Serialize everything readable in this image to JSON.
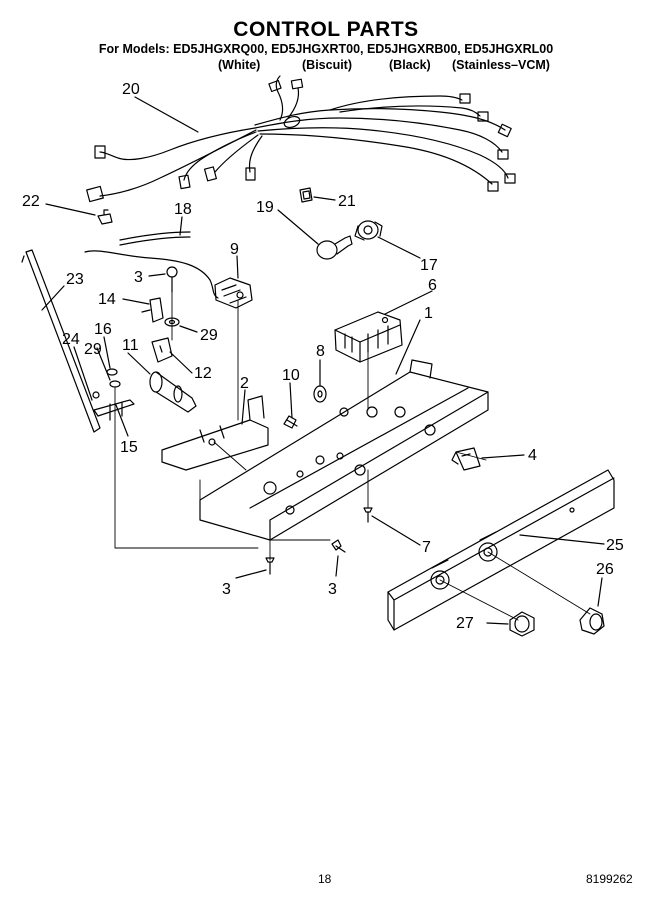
{
  "header": {
    "title": "CONTROL PARTS",
    "models": "For Models: ED5JHGXRQ00, ED5JHGXRT00, ED5JHGXRB00, ED5JHGXRL00",
    "variants": [
      "(White)",
      "(Biscuit)",
      "(Black)",
      "(Stainless–VCM)"
    ]
  },
  "callouts": [
    "20",
    "22",
    "18",
    "21",
    "19",
    "17",
    "9",
    "3",
    "23",
    "14",
    "6",
    "29",
    "1",
    "16",
    "24",
    "29",
    "11",
    "8",
    "12",
    "10",
    "2",
    "15",
    "4",
    "7",
    "25",
    "26",
    "3",
    "3",
    "27"
  ],
  "footer": {
    "page_number": "18",
    "doc_number": "8199262"
  }
}
